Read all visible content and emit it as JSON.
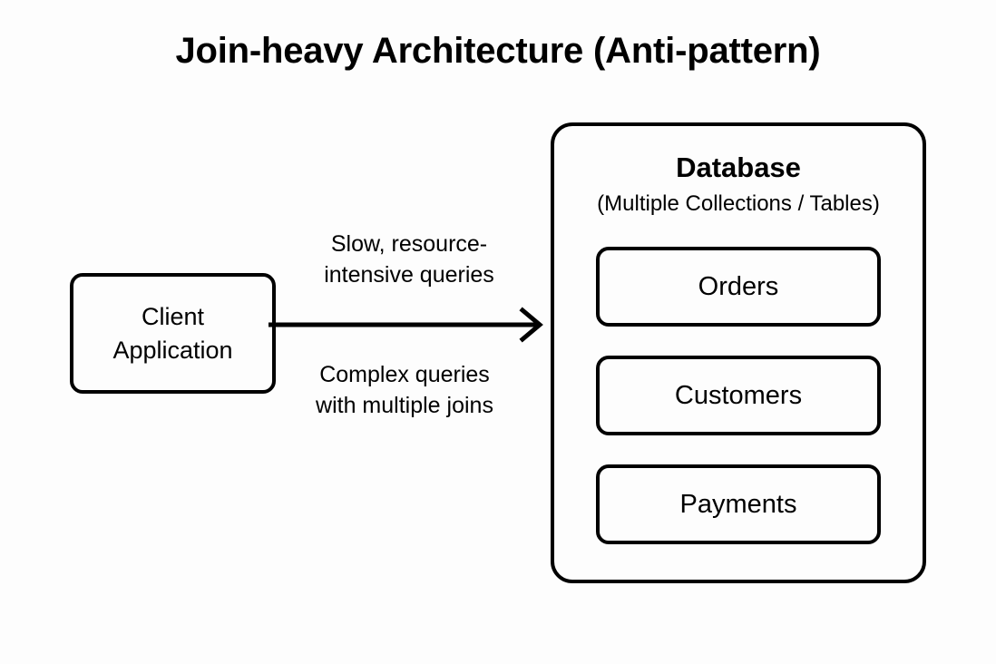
{
  "diagram": {
    "title": "Join-heavy Architecture (Anti-pattern)",
    "client": {
      "line1": "Client",
      "line2": "Application"
    },
    "flow": {
      "label_above_line1": "Slow, resource-",
      "label_above_line2": "intensive queries",
      "label_below_line1": "Complex queries",
      "label_below_line2": "with multiple joins",
      "arrow_icon": "arrow-right-icon"
    },
    "database": {
      "title": "Database",
      "subtitle": "(Multiple Collections / Tables)",
      "collections": [
        {
          "label": "Orders"
        },
        {
          "label": "Customers"
        },
        {
          "label": "Payments"
        }
      ]
    },
    "colors": {
      "stroke": "#000000",
      "background": "#fdfdfd",
      "text": "#000000"
    }
  }
}
